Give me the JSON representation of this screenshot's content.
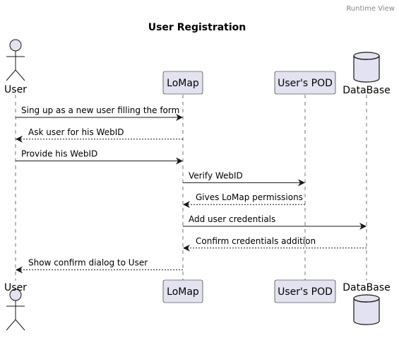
{
  "header": {
    "view_label": "Runtime View"
  },
  "title": "User Registration",
  "participants": [
    {
      "id": "user",
      "label": "User",
      "kind": "actor"
    },
    {
      "id": "lomap",
      "label": "LoMap",
      "kind": "box"
    },
    {
      "id": "pod",
      "label": "User's POD",
      "kind": "box"
    },
    {
      "id": "db",
      "label": "DataBase",
      "kind": "database"
    }
  ],
  "messages": [
    {
      "from": "user",
      "to": "lomap",
      "text": "Sing up as a new user filling the form",
      "style": "solid"
    },
    {
      "from": "lomap",
      "to": "user",
      "text": "Ask user for his WebID",
      "style": "dashed"
    },
    {
      "from": "user",
      "to": "lomap",
      "text": "Provide his WebID",
      "style": "solid"
    },
    {
      "from": "lomap",
      "to": "pod",
      "text": "Verify WebID",
      "style": "solid"
    },
    {
      "from": "pod",
      "to": "lomap",
      "text": "Gives LoMap permissions",
      "style": "dashed"
    },
    {
      "from": "lomap",
      "to": "db",
      "text": "Add user credentials",
      "style": "solid"
    },
    {
      "from": "db",
      "to": "lomap",
      "text": "Confirm credentials addition",
      "style": "dashed"
    },
    {
      "from": "lomap",
      "to": "user",
      "text": "Show confirm dialog to User",
      "style": "dashed"
    }
  ],
  "colors": {
    "participant_fill": "#e2e2f0",
    "participant_border": "#181818",
    "line": "#181818",
    "lifeline": "#181818",
    "text": "#000000",
    "header_text": "#888888"
  }
}
